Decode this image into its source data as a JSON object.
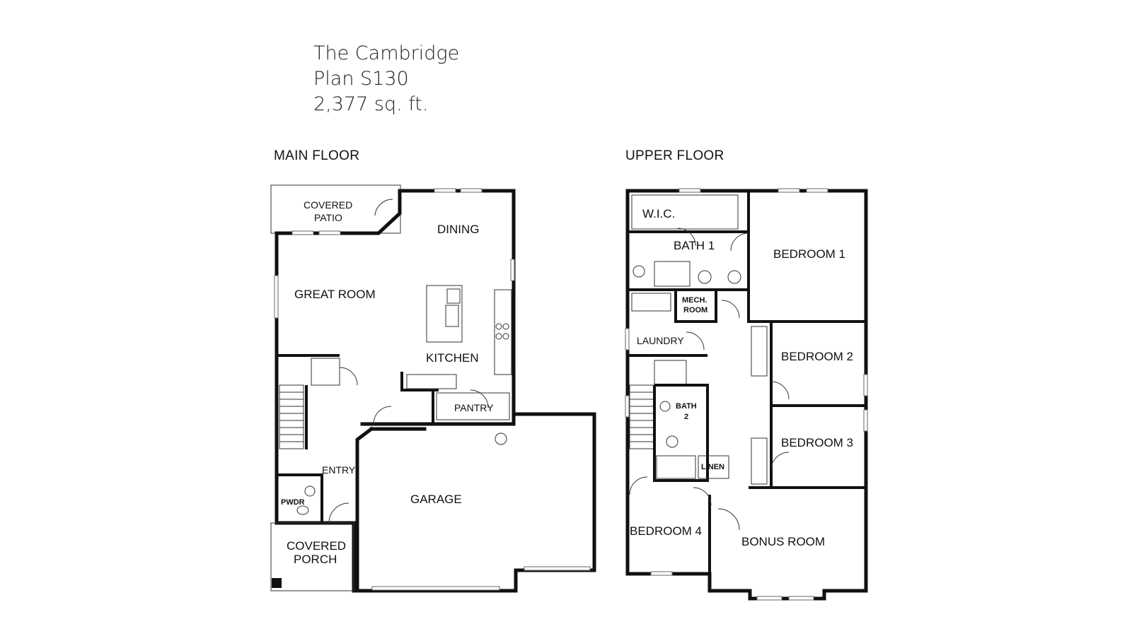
{
  "header": {
    "name": "The Cambridge",
    "plan": "Plan S130",
    "area": "2,377 sq. ft."
  },
  "main_floor": {
    "label": "MAIN FLOOR",
    "rooms": {
      "covered_patio_1": "COVERED",
      "covered_patio_2": "PATIO",
      "dining": "DINING",
      "great_room": "GREAT ROOM",
      "kitchen": "KITCHEN",
      "pantry": "PANTRY",
      "entry": "ENTRY",
      "pwdr": "PWDR",
      "garage": "GARAGE",
      "covered_porch_1": "COVERED",
      "covered_porch_2": "PORCH"
    }
  },
  "upper_floor": {
    "label": "UPPER FLOOR",
    "rooms": {
      "wic": "W.I.C.",
      "bath1": "BATH 1",
      "bedroom1": "BEDROOM 1",
      "mech_1": "MECH.",
      "mech_2": "ROOM",
      "laundry": "LAUNDRY",
      "bedroom2": "BEDROOM 2",
      "bath2_1": "BATH",
      "bath2_2": "2",
      "bedroom3": "BEDROOM 3",
      "linen": "LINEN",
      "bedroom4": "BEDROOM 4",
      "bonus_room": "BONUS ROOM"
    }
  }
}
